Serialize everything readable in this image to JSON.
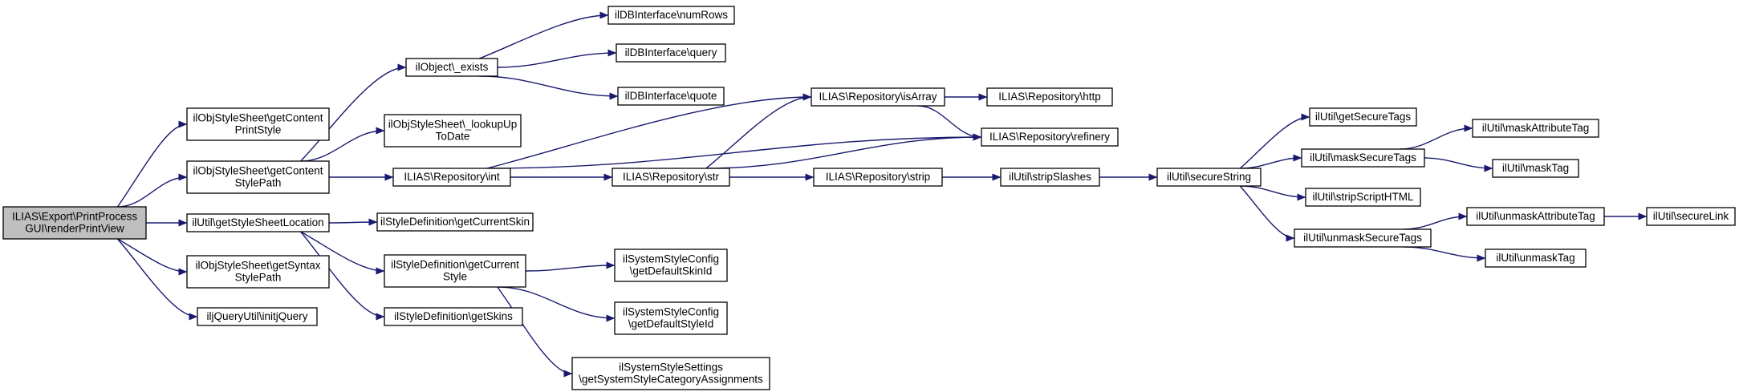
{
  "nodes": [
    {
      "id": "root",
      "lines": [
        "ILIAS\\Export\\PrintProcess",
        "GUI\\renderPrintView"
      ],
      "root": true
    },
    {
      "id": "n_getcontentprint",
      "lines": [
        "ilObjStyleSheet\\getContent",
        "PrintStyle"
      ]
    },
    {
      "id": "n_getcontentpath",
      "lines": [
        "ilObjStyleSheet\\getContent",
        "StylePath"
      ]
    },
    {
      "id": "n_stylesheetloc",
      "lines": [
        "ilUtil\\getStyleSheetLocation"
      ]
    },
    {
      "id": "n_syntaxpath",
      "lines": [
        "ilObjStyleSheet\\getSyntax",
        "StylePath"
      ]
    },
    {
      "id": "n_initjquery",
      "lines": [
        "iljQueryUtil\\initjQuery"
      ]
    },
    {
      "id": "n_exists",
      "lines": [
        "ilObject\\_exists"
      ]
    },
    {
      "id": "n_lookup",
      "lines": [
        "ilObjStyleSheet\\_lookupUp",
        "ToDate"
      ]
    },
    {
      "id": "n_int",
      "lines": [
        "ILIAS\\Repository\\int"
      ]
    },
    {
      "id": "n_curskin",
      "lines": [
        "ilStyleDefinition\\getCurrentSkin"
      ]
    },
    {
      "id": "n_curstyle",
      "lines": [
        "ilStyleDefinition\\getCurrent",
        "Style"
      ]
    },
    {
      "id": "n_getskins",
      "lines": [
        "ilStyleDefinition\\getSkins"
      ]
    },
    {
      "id": "n_numrows",
      "lines": [
        "ilDBInterface\\numRows"
      ]
    },
    {
      "id": "n_query",
      "lines": [
        "ilDBInterface\\query"
      ]
    },
    {
      "id": "n_quote",
      "lines": [
        "ilDBInterface\\quote"
      ]
    },
    {
      "id": "n_str",
      "lines": [
        "ILIAS\\Repository\\str"
      ]
    },
    {
      "id": "n_defskin",
      "lines": [
        "ilSystemStyleConfig",
        "\\getDefaultSkinId"
      ]
    },
    {
      "id": "n_defstyle",
      "lines": [
        "ilSystemStyleConfig",
        "\\getDefaultStyleId"
      ]
    },
    {
      "id": "n_catassign",
      "lines": [
        "ilSystemStyleSettings",
        "\\getSystemStyleCategoryAssignments"
      ]
    },
    {
      "id": "n_isarray",
      "lines": [
        "ILIAS\\Repository\\isArray"
      ]
    },
    {
      "id": "n_strip",
      "lines": [
        "ILIAS\\Repository\\strip"
      ]
    },
    {
      "id": "n_http",
      "lines": [
        "ILIAS\\Repository\\http"
      ]
    },
    {
      "id": "n_refinery",
      "lines": [
        "ILIAS\\Repository\\refinery"
      ]
    },
    {
      "id": "n_stripslashes",
      "lines": [
        "ilUtil\\stripSlashes"
      ]
    },
    {
      "id": "n_securestring",
      "lines": [
        "ilUtil\\secureString"
      ]
    },
    {
      "id": "n_getsecuretags",
      "lines": [
        "ilUtil\\getSecureTags"
      ]
    },
    {
      "id": "n_masksecuretags",
      "lines": [
        "ilUtil\\maskSecureTags"
      ]
    },
    {
      "id": "n_stripscript",
      "lines": [
        "ilUtil\\stripScriptHTML"
      ]
    },
    {
      "id": "n_unmasksecuretags",
      "lines": [
        "ilUtil\\unmaskSecureTags"
      ]
    },
    {
      "id": "n_maskattr",
      "lines": [
        "ilUtil\\maskAttributeTag"
      ]
    },
    {
      "id": "n_masktag",
      "lines": [
        "ilUtil\\maskTag"
      ]
    },
    {
      "id": "n_unmaskattr",
      "lines": [
        "ilUtil\\unmaskAttributeTag"
      ]
    },
    {
      "id": "n_unmasktag",
      "lines": [
        "ilUtil\\unmaskTag"
      ]
    },
    {
      "id": "n_securelink",
      "lines": [
        "ilUtil\\secureLink"
      ]
    }
  ],
  "edges": [
    [
      "root",
      "n_getcontentprint"
    ],
    [
      "root",
      "n_getcontentpath"
    ],
    [
      "root",
      "n_stylesheetloc"
    ],
    [
      "root",
      "n_syntaxpath"
    ],
    [
      "root",
      "n_initjquery"
    ],
    [
      "n_getcontentpath",
      "n_exists"
    ],
    [
      "n_getcontentpath",
      "n_lookup"
    ],
    [
      "n_getcontentpath",
      "n_int"
    ],
    [
      "n_stylesheetloc",
      "n_curskin"
    ],
    [
      "n_stylesheetloc",
      "n_curstyle"
    ],
    [
      "n_stylesheetloc",
      "n_getskins"
    ],
    [
      "n_exists",
      "n_numrows"
    ],
    [
      "n_exists",
      "n_query"
    ],
    [
      "n_exists",
      "n_quote"
    ],
    [
      "n_int",
      "n_isarray"
    ],
    [
      "n_int",
      "n_str"
    ],
    [
      "n_int",
      "n_refinery"
    ],
    [
      "n_curstyle",
      "n_defskin"
    ],
    [
      "n_curstyle",
      "n_defstyle"
    ],
    [
      "n_curstyle",
      "n_catassign"
    ],
    [
      "n_str",
      "n_isarray"
    ],
    [
      "n_str",
      "n_refinery"
    ],
    [
      "n_str",
      "n_strip"
    ],
    [
      "n_isarray",
      "n_http"
    ],
    [
      "n_isarray",
      "n_refinery"
    ],
    [
      "n_strip",
      "n_stripslashes"
    ],
    [
      "n_stripslashes",
      "n_securestring"
    ],
    [
      "n_securestring",
      "n_getsecuretags"
    ],
    [
      "n_securestring",
      "n_masksecuretags"
    ],
    [
      "n_securestring",
      "n_stripscript"
    ],
    [
      "n_securestring",
      "n_unmasksecuretags"
    ],
    [
      "n_masksecuretags",
      "n_maskattr"
    ],
    [
      "n_masksecuretags",
      "n_masktag"
    ],
    [
      "n_unmasksecuretags",
      "n_unmaskattr"
    ],
    [
      "n_unmasksecuretags",
      "n_unmasktag"
    ],
    [
      "n_unmaskattr",
      "n_securelink"
    ]
  ],
  "colors": {
    "edge": "#191970",
    "root_fill": "#bfbfbf",
    "node_fill": "#ffffff",
    "node_stroke": "#000000"
  }
}
